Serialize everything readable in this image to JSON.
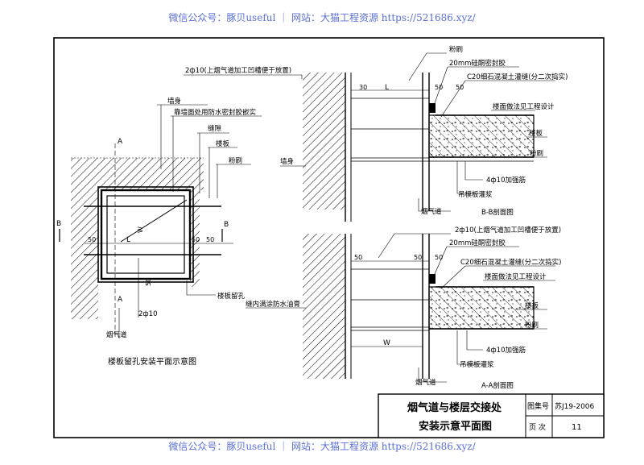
{
  "watermark": {
    "top": "微信公众号：豚贝useful ｜ 网站：大猫工程资源 https://521686.xyz/",
    "bottom": "微信公众号：豚贝useful ｜ 网站：大猫工程资源 https://521686.xyz/"
  },
  "plan": {
    "label_wall": "墙身",
    "label_sealant": "靠墙面处用防水密封胶嵌实",
    "label_seam": "缝隙",
    "label_floorslab": "楼板",
    "label_plaster": "粉刷",
    "label_rebar_top": "2ф10(上烟气道加工凹槽便于放置)",
    "label_hole": "楼板留孔",
    "label_rebar": "2ф10",
    "label_flue": "烟气道",
    "title": "楼板留孔安装平面示意图",
    "section_a": "A",
    "section_b": "B",
    "dim_50": "50",
    "dim_L": "L",
    "dim_W": "W"
  },
  "section_bb": {
    "rebar": "2ф10(上烟气道加工凹槽便于放置)",
    "plaster": "粉刷",
    "silicone": "20mm硅酮密封胶",
    "grout": "C20细石混凝土灌缝(分二次捣实)",
    "floor_finish": "楼面做法见工程设计",
    "slab": "楼板",
    "plaster2": "粉刷",
    "reinforce": "4ф10加强筋",
    "formwork": "吊模板灌浆",
    "wall": "墙身",
    "flue": "烟气道",
    "title": "B-B剖面图",
    "dim_30": "30",
    "dim_50": "50",
    "dim_L": "L"
  },
  "section_aa": {
    "rebar": "2ф10(上烟气道加工凹槽便于放置)",
    "silicone": "20mm硅酮密封胶",
    "grout": "C20细石混凝土灌缝(分二次捣实)",
    "floor_finish": "楼面做法见工程设计",
    "slab": "楼板",
    "plaster": "粉刷",
    "reinforce": "4ф10加强筋",
    "formwork": "吊模板灌浆",
    "joint": "缝内满涂防水油膏",
    "flue": "烟气道",
    "title": "A-A剖面图",
    "dim_50": "50",
    "dim_W": "W"
  },
  "title_block": {
    "title_line1": "烟气道与楼层交接处",
    "title_line2": "安装示意平面图",
    "atlas_label": "图集号",
    "atlas_value": "苏J19-2006",
    "page_label": "页  次",
    "page_value": "11"
  }
}
